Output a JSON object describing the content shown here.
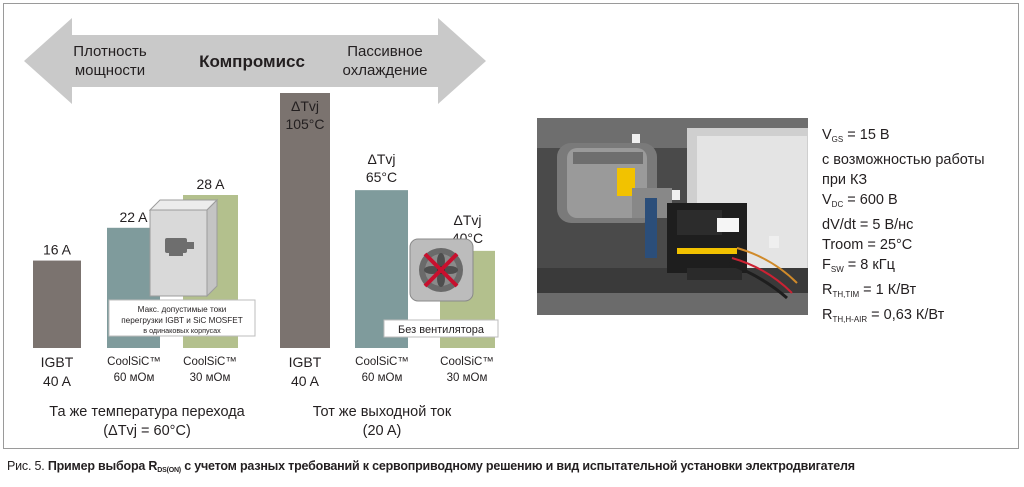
{
  "arrow": {
    "left_label_1": "Плотность",
    "left_label_2": "мощности",
    "center_label": "Компромисс",
    "right_label_1": "Пассивное",
    "right_label_2": "охлаждение"
  },
  "chart_data": [
    {
      "type": "bar",
      "group_caption_1": "Та же температура перехода",
      "group_caption_2": "(ΔTvj = 60°C)",
      "bars": [
        {
          "name_1": "IGBT",
          "name_2": "40 A",
          "value": 16,
          "label": "16 A",
          "color": "#7b736f"
        },
        {
          "name_1": "CoolSiC™",
          "name_2": "60 мОм",
          "value": 22,
          "label": "22 A",
          "color": "#7f9b9c"
        },
        {
          "name_1": "CoolSiC™",
          "name_2": "30 мОм",
          "value": 28,
          "label": "28 A",
          "color": "#b3c08d"
        }
      ]
    },
    {
      "type": "bar",
      "group_caption_1": "Тот же выходной ток",
      "group_caption_2": "(20 A)",
      "bars": [
        {
          "name_1": "IGBT",
          "name_2": "40 A",
          "value": 105,
          "label_1": "ΔTvj",
          "label_2": "105°C",
          "color": "#7b736f"
        },
        {
          "name_1": "CoolSiC™",
          "name_2": "60 мОм",
          "value": 65,
          "label_1": "ΔTvj",
          "label_2": "65°C",
          "color": "#7f9b9c"
        },
        {
          "name_1": "CoolSiC™",
          "name_2": "30 мОм",
          "value": 40,
          "label_1": "ΔTvj",
          "label_2": "40°C",
          "color": "#b3c08d"
        }
      ]
    }
  ],
  "callouts": {
    "note_1": "Макс. допустимые токи",
    "note_2": "перегрузки IGBT и SiC MOSFET",
    "note_3": "в одинаковых корпусах",
    "no_fan": "Без вентилятора"
  },
  "params": {
    "vgs_sym": "V",
    "vgs_sub": "GS",
    "vgs_val": " = 15 В",
    "sc_1": "с возможностью работы",
    "sc_2": "при КЗ",
    "vdc_sym": "V",
    "vdc_sub": "DC",
    "vdc_val": " = 600 В",
    "dvdt": "dV/dt = 5 В/нс",
    "troom": "Troom = 25°C",
    "fsw_sym": "F",
    "fsw_sub": "SW",
    "fsw_val": " = 8 кГц",
    "rtim_sym": "R",
    "rtim_sub": "TH,TIM",
    "rtim_val": " = 1 К/Вт",
    "rair_sym": "R",
    "rair_sub": "TH,H-AIR",
    "rair_val": " = 0,63 К/Вт"
  },
  "caption": {
    "prefix": "Рис. 5. ",
    "bold_1": "Пример выбора R",
    "bold_sub": "DS(ON)",
    "bold_2": " с учетом разных требований к сервоприводному решению и вид испытательной установки электродвигателя"
  }
}
